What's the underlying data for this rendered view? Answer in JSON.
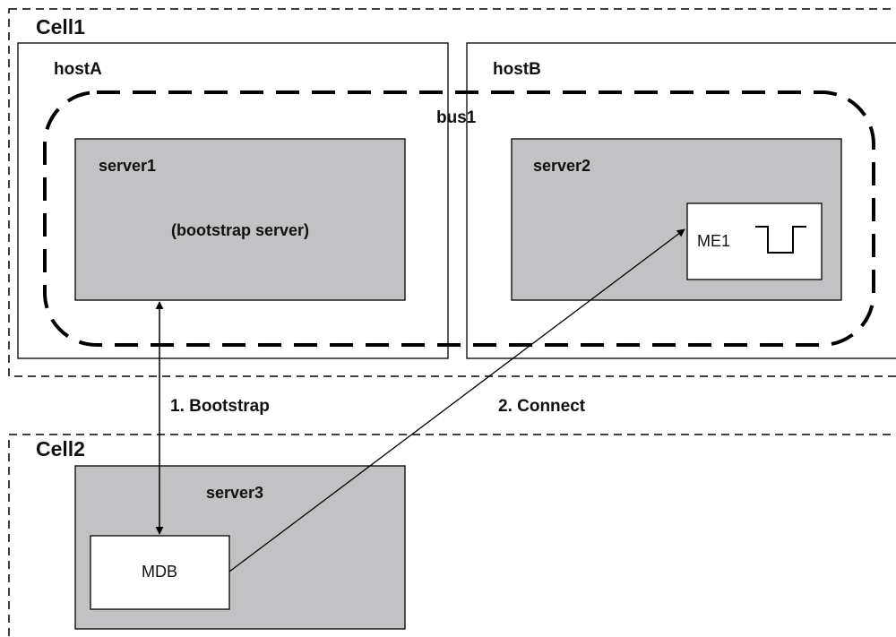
{
  "diagram": {
    "cells": [
      {
        "label": "Cell1"
      },
      {
        "label": "Cell2"
      }
    ],
    "hosts": [
      {
        "label": "hostA"
      },
      {
        "label": "hostB"
      }
    ],
    "bus": {
      "label": "bus1"
    },
    "servers": [
      {
        "label": "server1",
        "note": "(bootstrap server)"
      },
      {
        "label": "server2"
      },
      {
        "label": "server3"
      }
    ],
    "components": {
      "me": {
        "label": "ME1"
      },
      "mdb": {
        "label": "MDB"
      }
    },
    "arrows": [
      {
        "label": "1. Bootstrap"
      },
      {
        "label": "2. Connect"
      }
    ]
  },
  "colors": {
    "server_fill": "#c2c2c4",
    "stroke": "#000000",
    "background": "#ffffff"
  }
}
